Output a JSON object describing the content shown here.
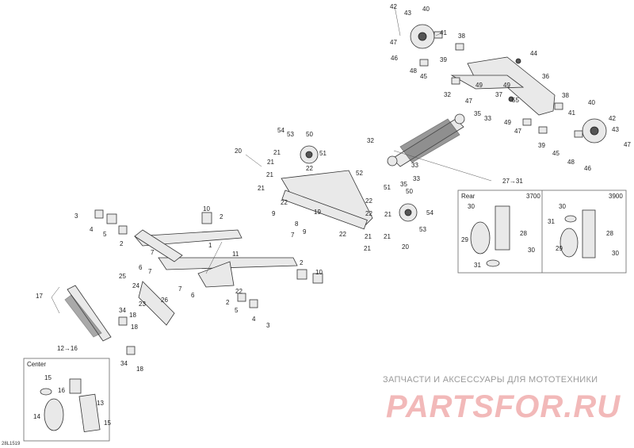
{
  "diagram": {
    "code": "28L1519",
    "callouts": [
      "1",
      "2",
      "3",
      "4",
      "5",
      "6",
      "7",
      "8",
      "9",
      "10",
      "11",
      "12→16",
      "13",
      "14",
      "15",
      "16",
      "17",
      "18",
      "19",
      "20",
      "21",
      "22",
      "23",
      "24",
      "25",
      "26",
      "27→31",
      "28",
      "29",
      "30",
      "31",
      "32",
      "33",
      "34",
      "35",
      "36",
      "37",
      "38",
      "39",
      "40",
      "41",
      "42",
      "43",
      "44",
      "45",
      "46",
      "47",
      "48",
      "49",
      "50",
      "51",
      "52",
      "53",
      "54",
      "55"
    ],
    "boxes": {
      "center": {
        "title": "Center"
      },
      "rear": {
        "title": "Rear",
        "variant_a": "3700",
        "variant_b": "3900"
      }
    }
  },
  "watermark": {
    "line1": "ЗАПЧАСТИ И АКСЕССУАРЫ ДЛЯ МОТОТЕХНИКИ",
    "line2": "PARTSFOR.RU"
  }
}
